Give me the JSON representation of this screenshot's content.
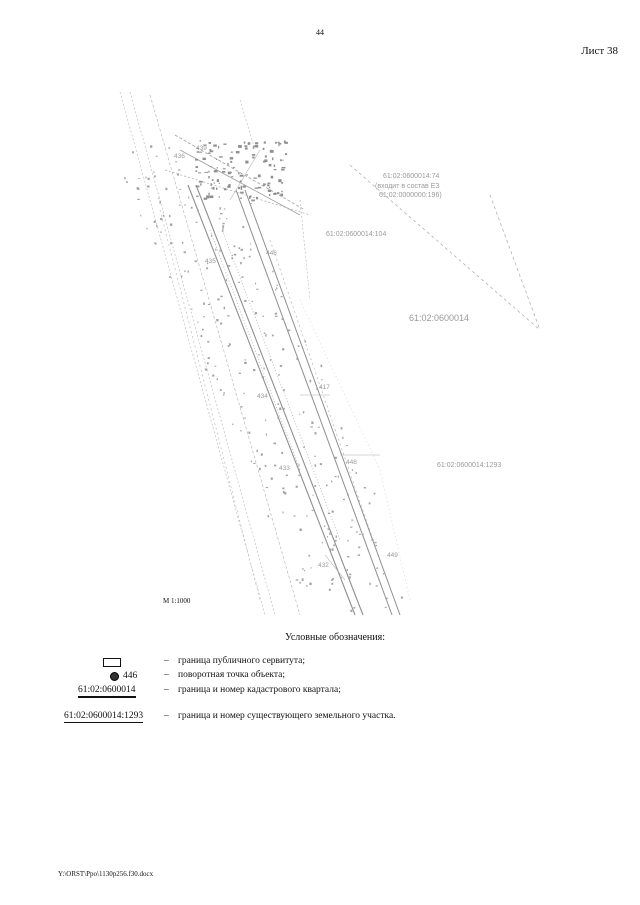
{
  "header": {
    "page_number": "44",
    "sheet": "Лист 38"
  },
  "map": {
    "parcel_labels": [
      {
        "text": "61:02:0600014:74",
        "note": "(входит в состав ЕЗ",
        "note2": "61:02:0000000:196)"
      },
      {
        "text": "61:02:0600014:104"
      },
      {
        "text": "61:02:0600014:1293"
      }
    ],
    "quarter_label": "61:02:0600014",
    "point_labels": [
      "439",
      "436",
      "446",
      "435",
      "417",
      "434",
      "448",
      "433",
      "432",
      "449"
    ],
    "scale": "М 1:1000"
  },
  "legend": {
    "title": "Условные обозначения:",
    "items": [
      {
        "symbol": "servitude-rect",
        "label": "",
        "dash": "–",
        "description": "граница публичного сервитута;"
      },
      {
        "symbol": "point-dot",
        "label": "446",
        "dash": "–",
        "description": "поворотная точка объекта;"
      },
      {
        "symbol": "cadastral-quarter",
        "label": "61:02:0600014",
        "dash": "–",
        "description": "граница и номер кадастрового квартала;"
      },
      {
        "symbol": "land-parcel",
        "label": "61:02:0600014:1293",
        "dash": "–",
        "description": "граница и номер существующего земельного участка."
      }
    ]
  },
  "footer": {
    "file_path": "Y:\\ORST\\Ppo\\1130p256.f30.docx"
  }
}
